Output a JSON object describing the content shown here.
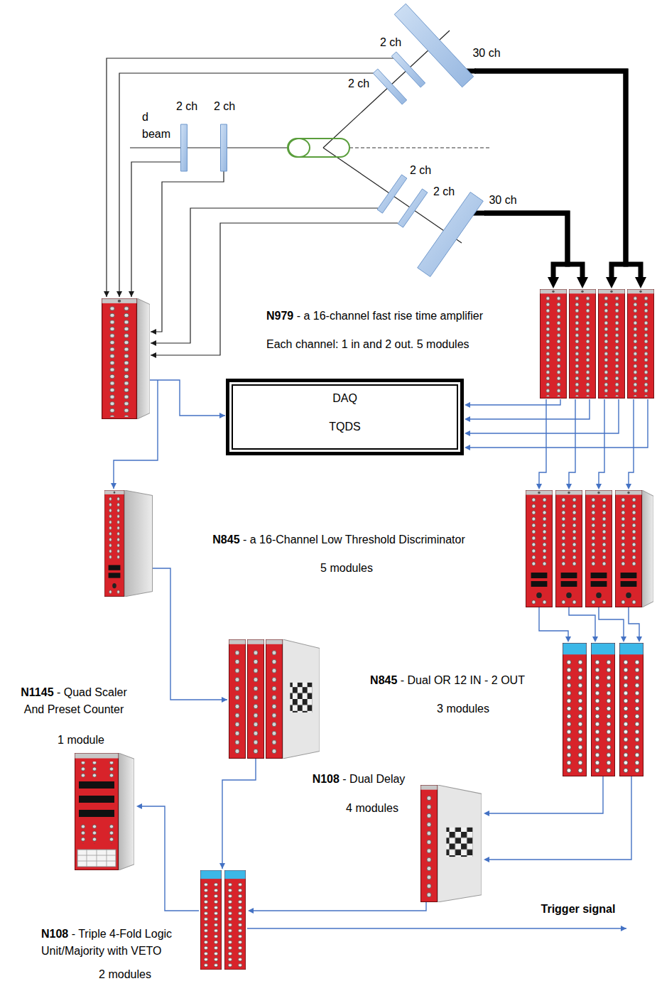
{
  "diagram": {
    "nodes": [
      {
        "text": [
          "2 ch"
        ]
      },
      {
        "text": [
          "2 ch"
        ]
      },
      {
        "text": [
          "2 ch"
        ]
      },
      {
        "text": [
          "2 ch"
        ]
      },
      {
        "text": [
          "30 ch"
        ]
      },
      {
        "text": [
          "2 ch"
        ]
      },
      {
        "text": [
          "2 ch"
        ]
      },
      {
        "text": [
          "30 ch"
        ]
      },
      {
        "text": [
          "N979 - a 16-channel fast rise time amplifier",
          "Each channel: 1 in and 2 out. 5 modules"
        ]
      },
      {
        "text": [
          "DAQ",
          "TQDS"
        ]
      },
      {
        "text": [
          "N845 - a 16-Channel Low Threshold Discriminator",
          "5 modules"
        ]
      },
      {
        "text": [
          "N845 - Dual OR 12 IN - 2 OUT",
          "3 modules"
        ]
      },
      {
        "text": [
          "N1145 - Quad Scaler And Preset Counter",
          "1 module"
        ]
      },
      {
        "text": [
          "N108 - Dual Delay",
          "4 modules"
        ]
      },
      {
        "text": [
          "N108 - Triple 4-Fold Logic Unit/Majority with VETO",
          "2 modules"
        ]
      }
    ],
    "edges": [
      {
        "from": 4,
        "to": 8,
        "arrow": "to"
      },
      {
        "from": 7,
        "to": 8,
        "arrow": "to"
      },
      {
        "from": 8,
        "to": 9,
        "arrow": "to"
      },
      {
        "from": 8,
        "to": 10,
        "arrow": "to"
      },
      {
        "from": 10,
        "to": 11,
        "arrow": "to"
      },
      {
        "from": 11,
        "to": 13,
        "arrow": "to"
      },
      {
        "from": 13,
        "to": 14,
        "arrow": "to"
      },
      {
        "from": 14,
        "to": 12,
        "arrow": "to"
      }
    ],
    "labels": [
      "d beam",
      "Trigger signal"
    ]
  }
}
